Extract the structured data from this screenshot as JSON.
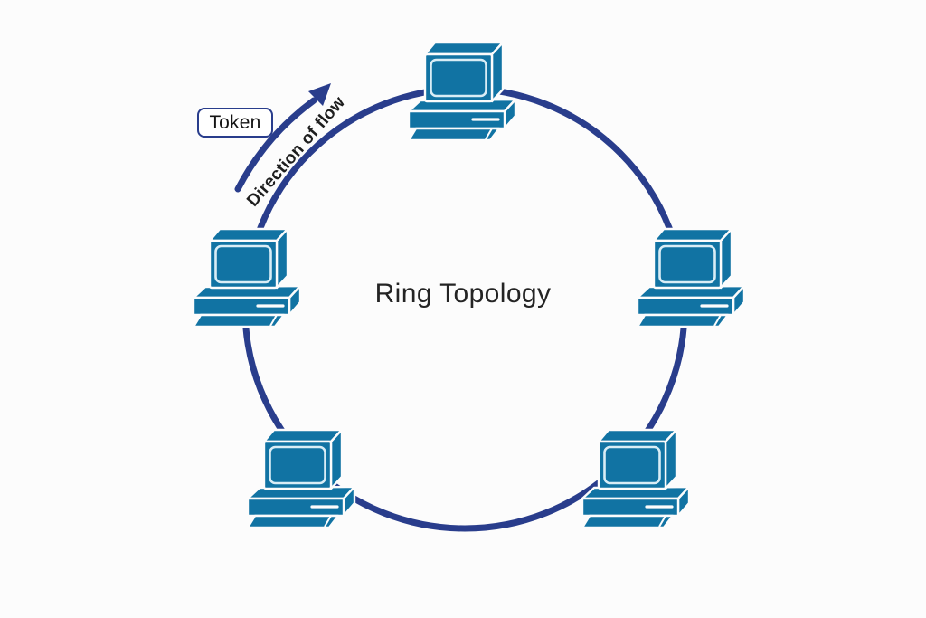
{
  "diagram": {
    "title": "Ring Topology",
    "token": {
      "label": "Token"
    },
    "flow": {
      "label": "Direction of flow"
    },
    "node_count": 5,
    "nodes": [
      {
        "id": "top"
      },
      {
        "id": "left"
      },
      {
        "id": "right"
      },
      {
        "id": "bottom-left"
      },
      {
        "id": "bottom-right"
      }
    ],
    "colors": {
      "node_fill": "#1173A3",
      "ring_stroke": "#293D8C",
      "arrow": "#293D8C",
      "token_border": "#293D8C",
      "text": "#1E1E1E",
      "background": "#FCFCFC"
    }
  }
}
